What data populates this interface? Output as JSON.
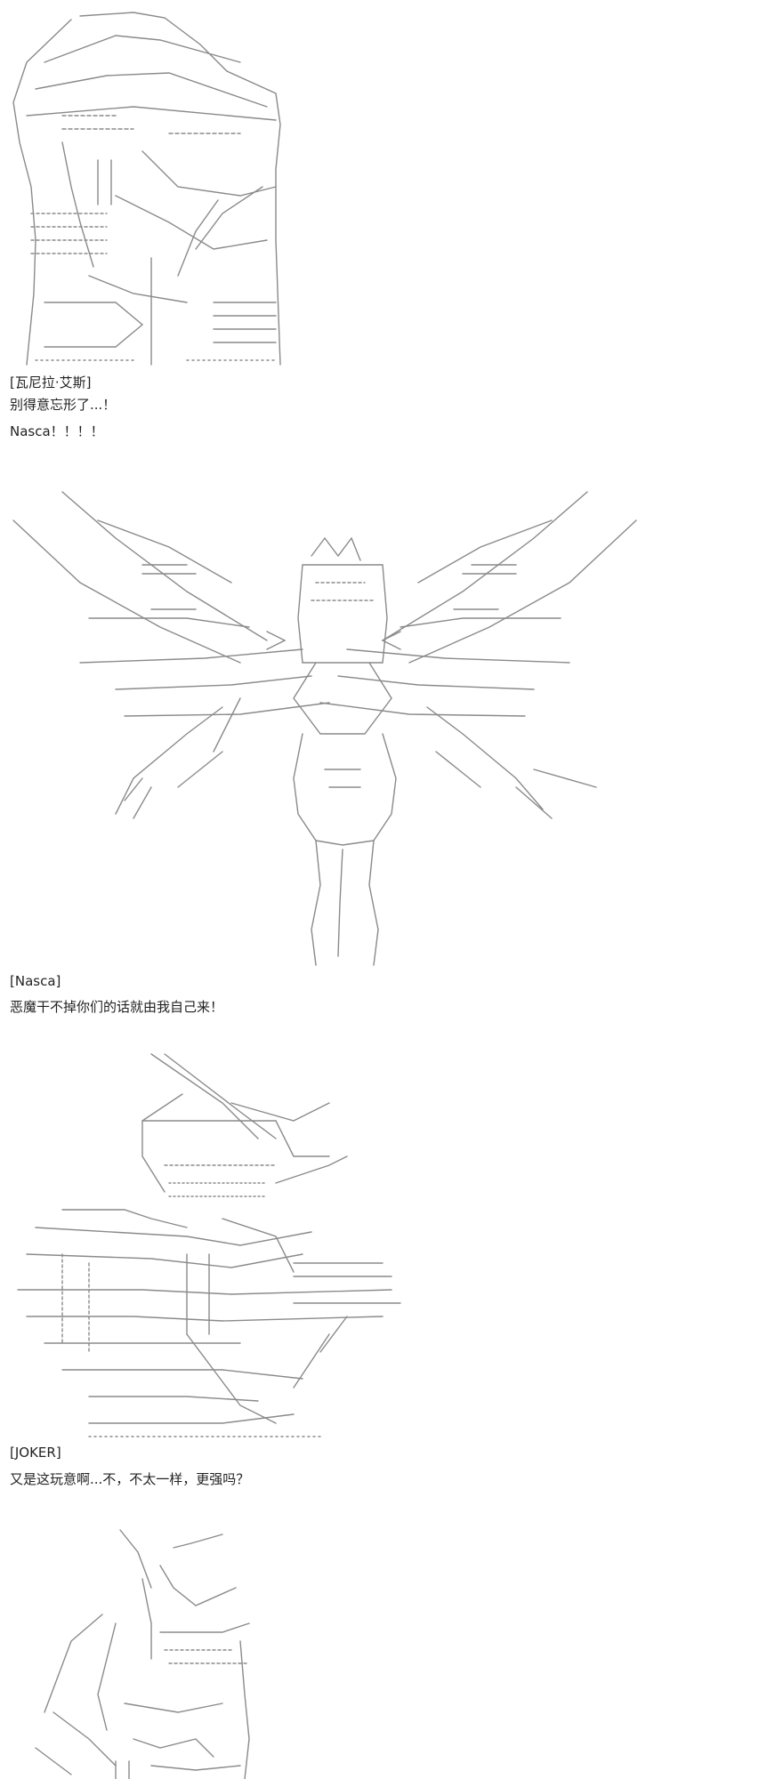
{
  "colors": {
    "text": "#222222",
    "art_ink": "#8a8a8a",
    "background": "#ffffff"
  },
  "posts": [
    {
      "speaker": "[瓦尼拉·艾斯]",
      "lines": [
        "别得意忘形了...！",
        "Nasca！！！！"
      ]
    },
    {
      "speaker": "[Nasca]",
      "lines": [
        "恶魔干不掉你们的话就由我自己来！"
      ]
    },
    {
      "speaker": "[JOKER]",
      "lines": [
        "又是这玩意啊...不，不太一样，更强吗？"
      ]
    }
  ]
}
